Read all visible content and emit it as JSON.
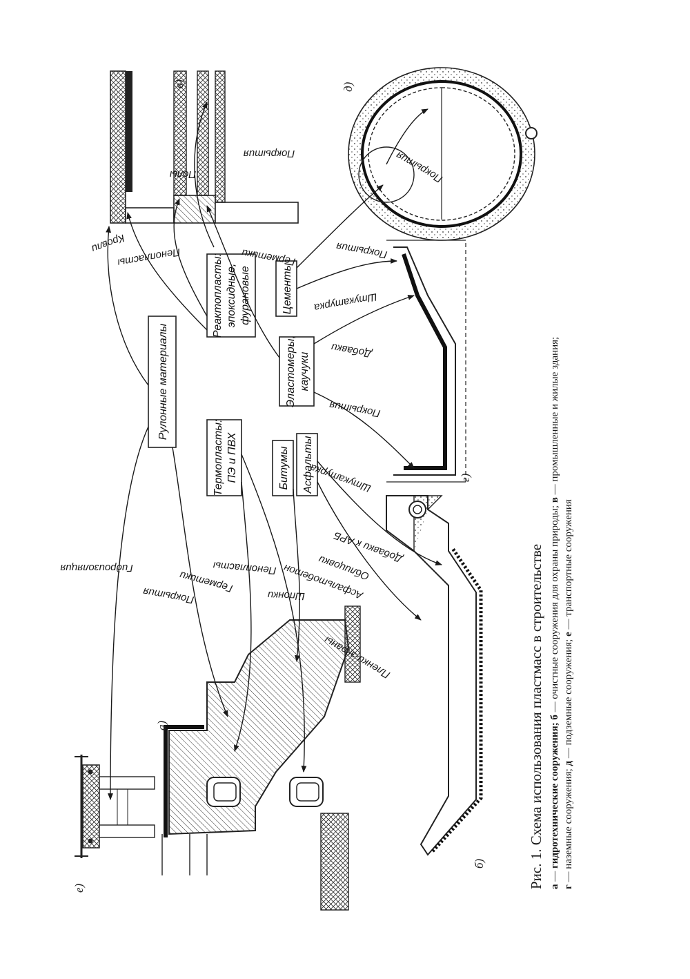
{
  "figure": {
    "title": "Рис. 1. Схема использования пластмасс в строительстве",
    "legend": [
      {
        "key": "а",
        "text": "гидротехнические сооружения;"
      },
      {
        "key": "б",
        "text": "очистные сооружения для охраны природы;"
      },
      {
        "key": "в",
        "text": "промышленные и жилые здания;"
      },
      {
        "key": "г",
        "text": "наземные сооружения;"
      },
      {
        "key": "д",
        "text": "подземные сооружения;"
      },
      {
        "key": "е",
        "text": "транспортные сооружения"
      }
    ]
  },
  "boxes": {
    "rolled": "Рулонные  материалы",
    "reacto_1": "Реактопласты:",
    "reacto_2": "эпоксидные,",
    "reacto_3": "фурановые",
    "thermo_1": "Термопласты:",
    "thermo_2": "ПЭ и ПВХ",
    "elast_1": "Эластомеры,",
    "elast_2": "каучуки",
    "cements": "Цементы",
    "bitumen": "Битумы",
    "asphalt": "Асфальты"
  },
  "labels": {
    "gidroizolyatsiya": "Гидроизоляция",
    "pokrytiya_1": "Покрытия",
    "germetiki_1": "Герметики",
    "penoplasty_1": "Пенопласты",
    "shponki": "Шпонки",
    "plenki": "Пленки-экраны",
    "asfaltobeton": "Асфальтобетон",
    "oblitsovki": "Облицовки",
    "dobavki_arb": "Добавки к АРБ",
    "shtukaturka_1": "Штукатурка",
    "pokrytiya_2": "Покрытия",
    "dobavki": "Добавки",
    "shtukaturka_2": "Штукатурка",
    "pokrytiya_3": "Покрытия",
    "germetiki_2": "Герметики",
    "krovli": "Кровли",
    "penoplasty_2": "Пенопласты",
    "poly": "Полы",
    "pokrytiya_4": "Покрытия",
    "pokrytiya_5": "Покрытия"
  },
  "sublabels": {
    "a": "а)",
    "b": "б)",
    "v": "в)",
    "g": "г)",
    "d": "д)",
    "e": "е)"
  }
}
